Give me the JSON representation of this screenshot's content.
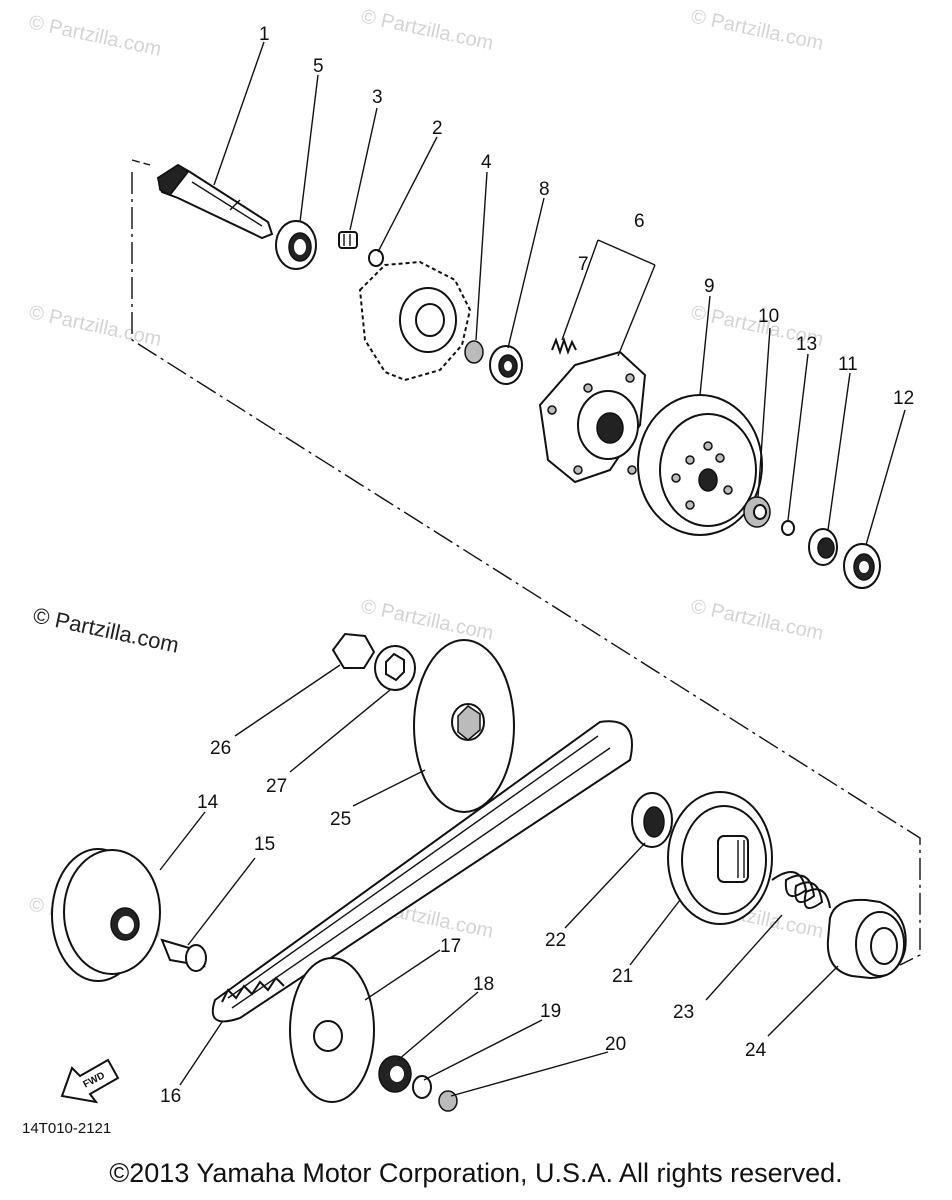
{
  "diagram": {
    "callouts": [
      {
        "id": "1",
        "label": "1"
      },
      {
        "id": "5",
        "label": "5"
      },
      {
        "id": "3",
        "label": "3"
      },
      {
        "id": "2",
        "label": "2"
      },
      {
        "id": "4",
        "label": "4"
      },
      {
        "id": "8",
        "label": "8"
      },
      {
        "id": "6",
        "label": "6"
      },
      {
        "id": "7",
        "label": "7"
      },
      {
        "id": "9",
        "label": "9"
      },
      {
        "id": "10",
        "label": "10"
      },
      {
        "id": "13",
        "label": "13"
      },
      {
        "id": "11",
        "label": "11"
      },
      {
        "id": "12",
        "label": "12"
      },
      {
        "id": "26",
        "label": "26"
      },
      {
        "id": "27",
        "label": "27"
      },
      {
        "id": "25",
        "label": "25"
      },
      {
        "id": "14",
        "label": "14"
      },
      {
        "id": "15",
        "label": "15"
      },
      {
        "id": "22",
        "label": "22"
      },
      {
        "id": "21",
        "label": "21"
      },
      {
        "id": "23",
        "label": "23"
      },
      {
        "id": "24",
        "label": "24"
      },
      {
        "id": "17",
        "label": "17"
      },
      {
        "id": "18",
        "label": "18"
      },
      {
        "id": "19",
        "label": "19"
      },
      {
        "id": "20",
        "label": "20"
      },
      {
        "id": "16",
        "label": "16"
      }
    ],
    "fwd_label": "FWD",
    "drawing_code": "14T010-2121"
  },
  "watermark": {
    "main": "© Partzilla.com",
    "faint": "© Partzilla.com"
  },
  "footer": {
    "copyright": "©2013 Yamaha Motor Corporation, U.S.A. All rights reserved."
  }
}
